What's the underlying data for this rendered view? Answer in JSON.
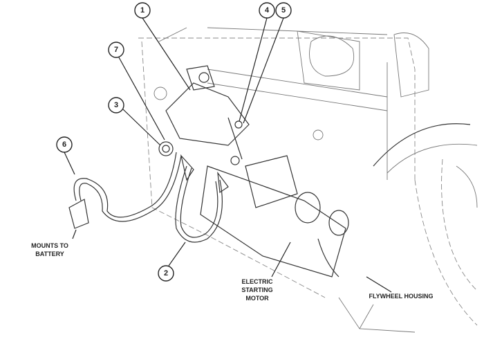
{
  "callouts": [
    "1",
    "2",
    "3",
    "4",
    "5",
    "6",
    "7"
  ],
  "labels": {
    "battery": [
      "MOUNTS TO",
      "BATTERY"
    ],
    "motor": [
      "ELECTRIC",
      "STARTING",
      "MOTOR"
    ],
    "flywheel": "FLYWHEEL HOUSING"
  }
}
